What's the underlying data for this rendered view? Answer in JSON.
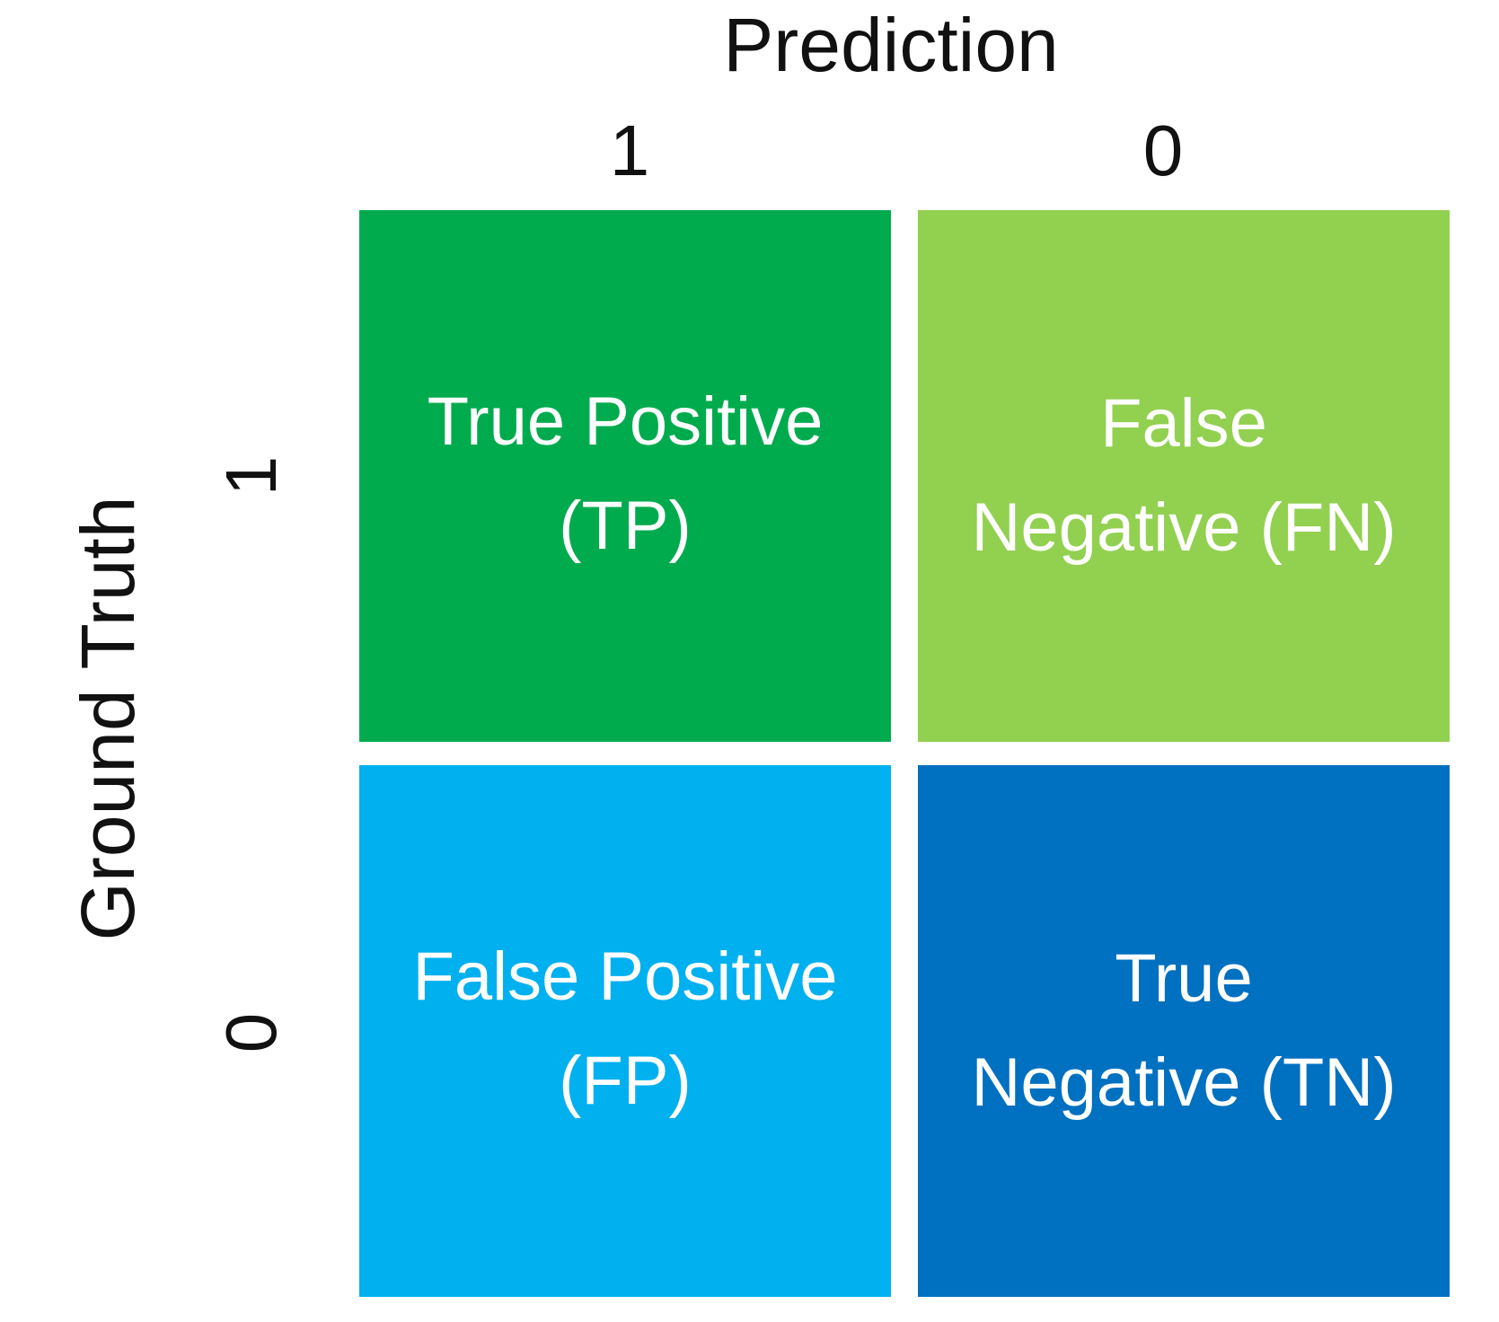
{
  "prediction_axis": {
    "title": "Prediction",
    "labels": [
      "1",
      "0"
    ]
  },
  "ground_truth_axis": {
    "title": "Ground Truth",
    "labels": [
      "1",
      "0"
    ]
  },
  "cells": {
    "tp": {
      "line1": "True Positive",
      "line2": "(TP)",
      "color": "#00AB4E"
    },
    "fn": {
      "line1": "False",
      "line2": "Negative (FN)",
      "color": "#92D050"
    },
    "fp": {
      "line1": "False Positive",
      "line2": "(FP)",
      "color": "#00B0EF"
    },
    "tn": {
      "line1": "True",
      "line2": "Negative (TN)",
      "color": "#0070C0"
    }
  }
}
